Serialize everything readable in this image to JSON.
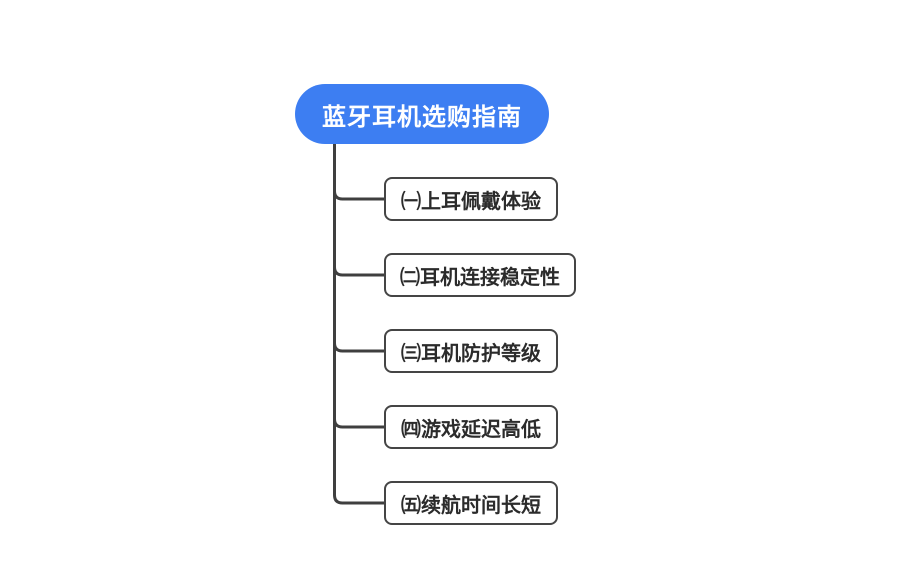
{
  "mindmap": {
    "root": {
      "label": "蓝牙耳机选购指南",
      "fill_color": "#3D7EF2",
      "text_color": "#FFFFFF"
    },
    "children": [
      {
        "label": "㈠上耳佩戴体验"
      },
      {
        "label": "㈡耳机连接稳定性"
      },
      {
        "label": "㈢耳机防护等级"
      },
      {
        "label": "㈣游戏延迟高低"
      },
      {
        "label": "㈤续航时间长短"
      }
    ],
    "style": {
      "connector_color": "#3F3F3F",
      "child_border_color": "#454545",
      "child_text_color": "#2B2B2B",
      "child_fill_color": "#FFFFFF",
      "background_color": "#FFFFFF"
    }
  }
}
